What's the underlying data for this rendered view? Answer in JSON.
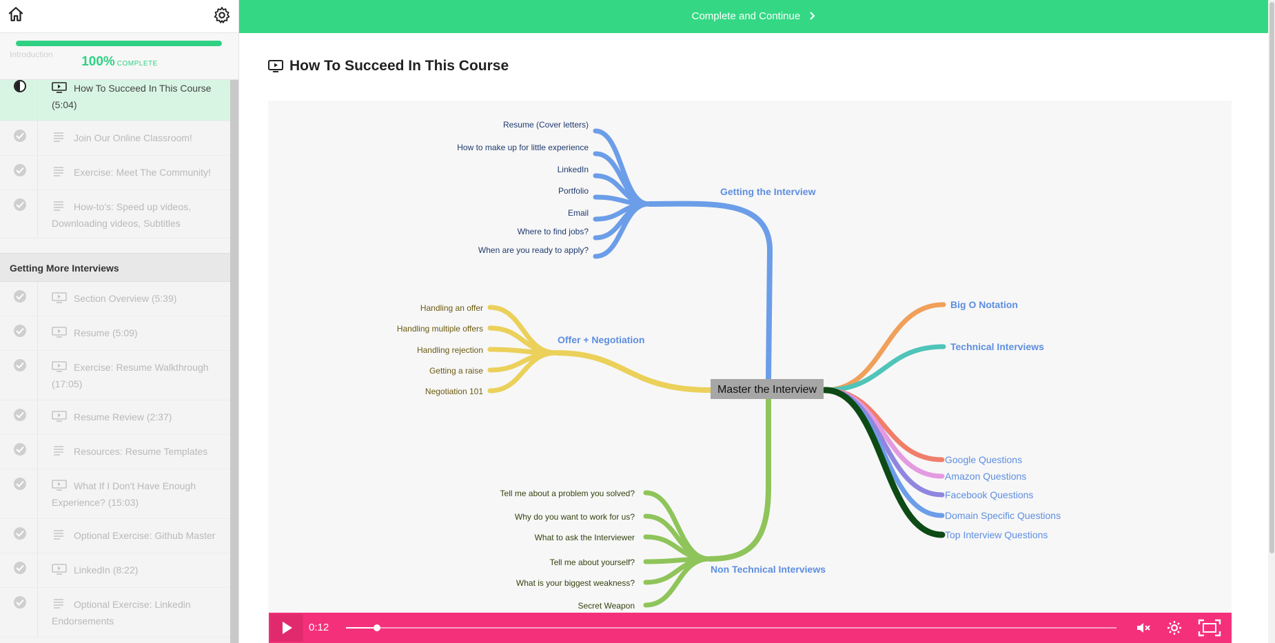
{
  "sidebar": {
    "section_ghost": "Introduction",
    "progress": {
      "value": 100,
      "percent_label": "100%",
      "complete_label": "COMPLETE"
    },
    "lessons_intro": [
      {
        "type": "video",
        "label": "How To Succeed In This Course (5:04)",
        "active": true
      },
      {
        "type": "text",
        "label": "Join Our Online Classroom!"
      },
      {
        "type": "text",
        "label": "Exercise: Meet The Community!"
      },
      {
        "type": "text",
        "label": "How-to's: Speed up videos, Downloading videos, Subtitles"
      }
    ],
    "section_2_title": "Getting More Interviews",
    "lessons_2": [
      {
        "type": "video",
        "label": "Section Overview (5:39)"
      },
      {
        "type": "video",
        "label": "Resume (5:09)"
      },
      {
        "type": "video",
        "label": "Exercise: Resume Walkthrough (17:05)"
      },
      {
        "type": "video",
        "label": "Resume Review (2:37)"
      },
      {
        "type": "text",
        "label": "Resources: Resume Templates"
      },
      {
        "type": "video",
        "label": "What If I Don't Have Enough Experience? (15:03)"
      },
      {
        "type": "text",
        "label": "Optional Exercise: Github Master"
      },
      {
        "type": "video",
        "label": "LinkedIn (8:22)"
      },
      {
        "type": "text",
        "label": "Optional Exercise: Linkedin Endorsements"
      }
    ]
  },
  "topbar": {
    "complete_label": "Complete and Continue"
  },
  "main": {
    "title": "How To Succeed In This Course"
  },
  "mindmap": {
    "center": "Master the Interview",
    "getting": {
      "label": "Getting the Interview",
      "items": [
        "Resume (Cover letters)",
        "How to make up for little experience",
        "LinkedIn",
        "Portfolio",
        "Email",
        "Where to find jobs?",
        "When are you ready to apply?"
      ]
    },
    "offer": {
      "label": "Offer + Negotiation",
      "items": [
        "Handling an offer",
        "Handling multiple offers",
        "Handling rejection",
        "Getting a raise",
        "Negotiation 101"
      ]
    },
    "nontech": {
      "label": "Non Technical Interviews",
      "items": [
        "Tell me about a problem you solved?",
        "Why do you want to work for us?",
        "What to ask the Interviewer",
        "Tell me about yourself?",
        "What is your biggest weakness?",
        "Secret Weapon"
      ]
    },
    "right_top": [
      "Big O Notation",
      "Technical Interviews"
    ],
    "right_bottom": [
      "Google Questions",
      "Amazon Questions",
      "Facebook Questions",
      "Domain Specific Questions",
      "Top Interview Questions"
    ]
  },
  "player": {
    "time": "0:12",
    "progress_fraction": 0.04
  },
  "colors": {
    "accent": "#34d884",
    "player": "#f5307a",
    "blue": "#6b9de8",
    "yellow": "#ebd05a",
    "green": "#8fc45a"
  }
}
